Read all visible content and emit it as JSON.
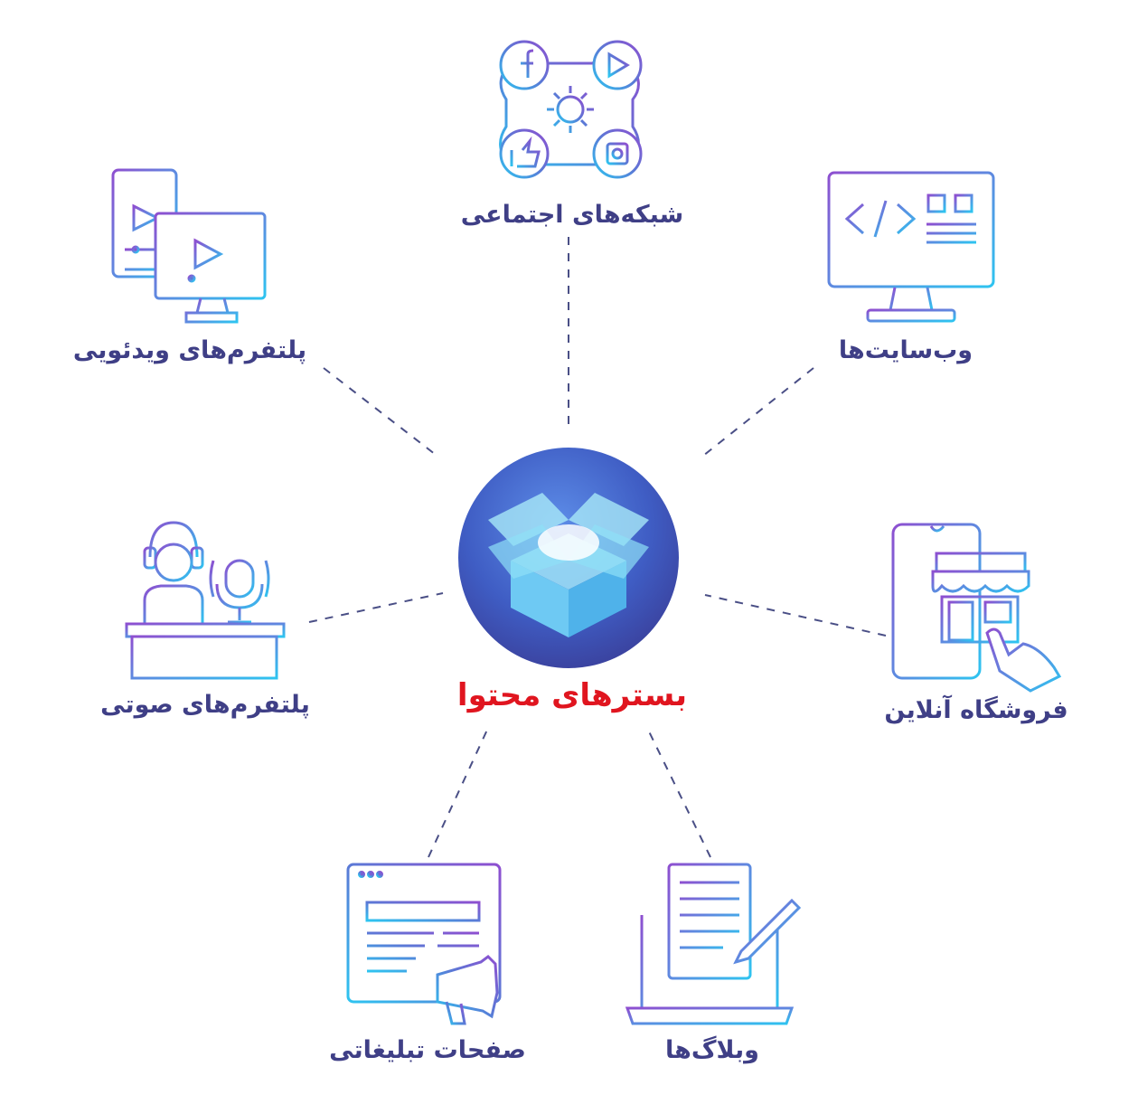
{
  "center": {
    "label": "بسترهای محتوا"
  },
  "nodes": [
    {
      "label": "شبکه‌های اجتماعی",
      "icon": "social-network-icon"
    },
    {
      "label": "وب‌سایت‌ها",
      "icon": "website-code-icon"
    },
    {
      "label": "فروشگاه آنلاین",
      "icon": "online-shop-icon"
    },
    {
      "label": "وبلاگ‌ها",
      "icon": "blog-laptop-icon"
    },
    {
      "label": "صفحات تبلیغاتی",
      "icon": "ad-page-megaphone-icon"
    },
    {
      "label": "پلتفرم‌های صوتی",
      "icon": "podcast-icon"
    },
    {
      "label": "پلتفرم‌های ویدئویی",
      "icon": "video-platform-icon"
    }
  ],
  "colors": {
    "label": "#3f3f86",
    "center_label": "#e0151f",
    "connector": "#4a4f86",
    "gradient_start": "#2ec4f0",
    "gradient_end": "#8e4fd0"
  }
}
